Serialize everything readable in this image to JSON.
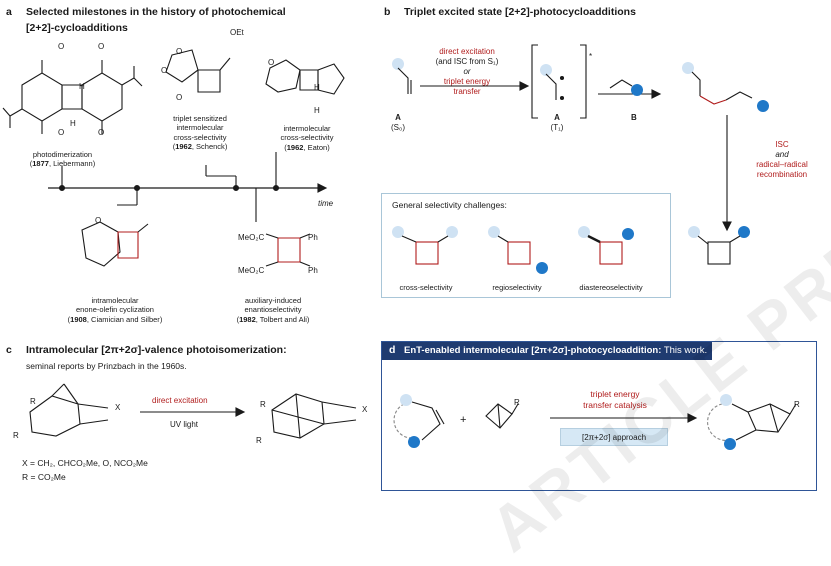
{
  "panel_a": {
    "letter": "a",
    "title_line1": "Selected milestones in the history of photochemical",
    "title_line2": "[2+2]-cycloadditions",
    "time_label": "time",
    "milestones": [
      {
        "line1": "photodimerization",
        "line2_year": "1877",
        "line2_rest": ", Liebermann"
      },
      {
        "line1": "triplet sensitized",
        "line1b": "intermolecular",
        "line1c": "cross-selectivity",
        "line2_year": "1962",
        "line2_rest": ", Schenck"
      },
      {
        "line1": "intermolecular",
        "line1b": "cross-selectivity",
        "line2_year": "1962",
        "line2_rest": ", Eaton"
      },
      {
        "line1": "intramolecular",
        "line1b": "enone-olefin cyclization",
        "line2_year": "1908",
        "line2_rest": ", Ciamician and Silber"
      },
      {
        "line1": "auxiliary-induced",
        "line1b": "enantioselectivity",
        "line2_year": "1982",
        "line2_rest": ", Tolbert and Ali"
      }
    ],
    "struct_labels": {
      "oet": "OEt",
      "h": "H",
      "meo2c": "MeO₂C",
      "ph": "Ph",
      "o": "O"
    }
  },
  "panel_b": {
    "letter": "b",
    "title": "Triplet excited state [2+2]-photocycloadditions",
    "arrow_line1": "direct excitation",
    "arrow_line2": "(and ISC from S₁)",
    "arrow_or": "or",
    "arrow_line3": "triplet energy",
    "arrow_line4": "transfer",
    "label_A": "A",
    "label_S0": "(S₀)",
    "label_T1": "(T₁)",
    "label_B": "B",
    "isc_line1": "ISC",
    "isc_and": "and",
    "isc_line3": "radical–radical",
    "isc_line4": "recombination",
    "star": "*",
    "challenges_title": "General selectivity challenges:",
    "challenges": [
      "cross-selectivity",
      "regioselectivity",
      "diastereoselectivity"
    ]
  },
  "panel_c": {
    "letter": "c",
    "title": "Intramolecular [2π+2σ]-valence photoisomerization:",
    "subtitle": "seminal reports by Prinzbach in the 1960s.",
    "arrow_top": "direct excitation",
    "arrow_bottom": "UV light",
    "x_def": "X = CH₂, CHCO₂Me, O, NCO₂Me",
    "r_def": "R = CO₂Me",
    "r": "R",
    "x": "X"
  },
  "panel_d": {
    "letter": "d",
    "title_bold": "EnT-enabled intermolecular [2π+2σ]-photocycloaddition:",
    "title_rest": " This work.",
    "arrow_line1": "triplet energy",
    "arrow_line2": "transfer catalysis",
    "approach": "[2π+2σ] approach",
    "plus": "+",
    "r": "R"
  },
  "watermark": "ARTICLE PREVIEW",
  "colors": {
    "accent_red": "#b01c1c",
    "blue_dot": "#1f78c8",
    "light_dot": "#cfe2f3",
    "panel_blue": "#1f3b70"
  }
}
